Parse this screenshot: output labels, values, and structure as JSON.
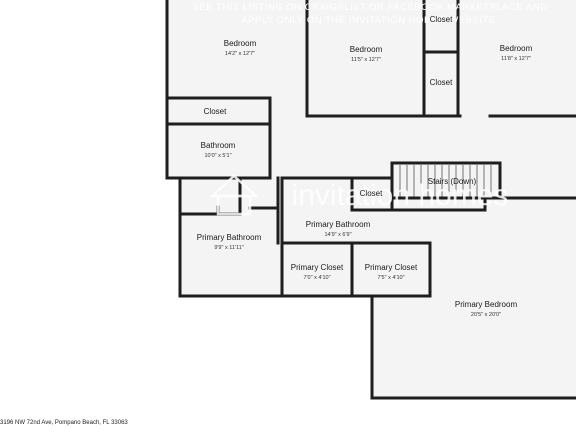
{
  "watermark": {
    "line1": "SEE THIS LISTING ON CRAIGSLIST OR FACEBOOK MARKETPLACE AND",
    "line2": "APPLY ONLY ON THE INVITATION HOMES WEBSITE.",
    "brand": "invitation homes"
  },
  "rooms": {
    "bedroom_left": {
      "name": "Bedroom",
      "dims": "14'2\" x 12'7\""
    },
    "bedroom_middle": {
      "name": "Bedroom",
      "dims": "11'5\" x 12'7\""
    },
    "bedroom_right": {
      "name": "Bedroom",
      "dims": "11'8\" x 12'7\""
    },
    "closet_top_right": {
      "name": "Closet"
    },
    "closet_mid_right": {
      "name": "Closet"
    },
    "closet_left": {
      "name": "Closet"
    },
    "bathroom": {
      "name": "Bathroom",
      "dims": "10'0\" x 5'1\""
    },
    "closet_center": {
      "name": "Closet"
    },
    "stairs": {
      "name": "Stairs (Down)"
    },
    "primary_bathroom_center": {
      "name": "Primary Bathroom",
      "dims": "14'9\" x 6'9\""
    },
    "primary_bathroom_left": {
      "name": "Primary Bathroom",
      "dims": "9'9\" x 11'11\""
    },
    "primary_closet_1": {
      "name": "Primary Closet",
      "dims": "7'0\" x 4'10\""
    },
    "primary_closet_2": {
      "name": "Primary Closet",
      "dims": "7'5\" x 4'10\""
    },
    "primary_bedroom": {
      "name": "Primary Bedroom",
      "dims": "20'5\" x 20'0\""
    }
  },
  "footer": {
    "address": "3196 NW 72nd Ave, Pompano Beach, FL 33063"
  },
  "colors": {
    "wall": "#1e1e1e",
    "floor": "#f4f4f4",
    "banner": "#ffffff",
    "brand": "#ffffff"
  }
}
